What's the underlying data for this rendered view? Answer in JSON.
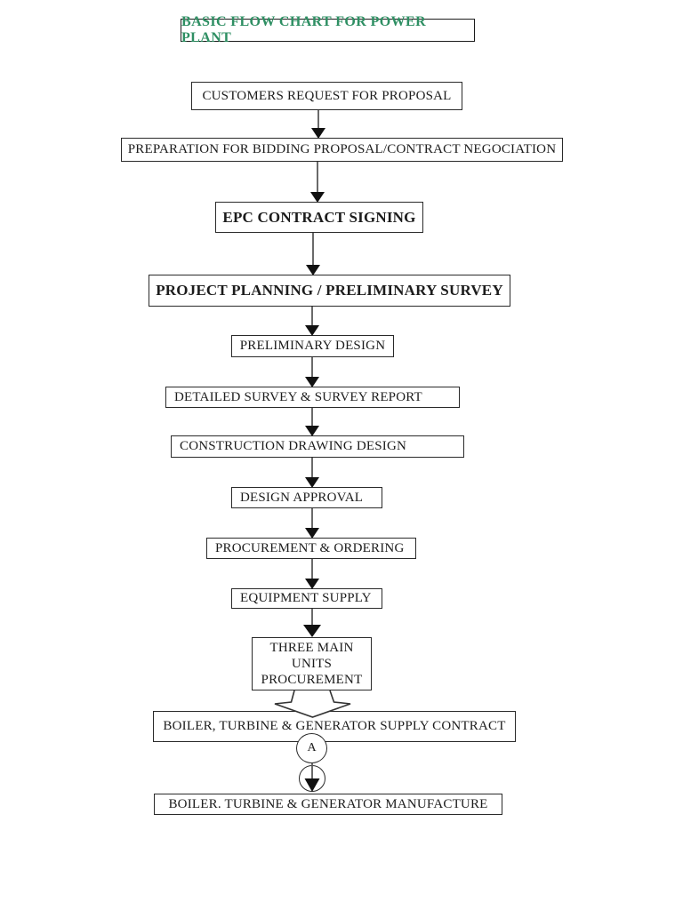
{
  "title": {
    "text": "BASIC FLOW CHART FOR POWER PLANT",
    "color": "#2e8f63"
  },
  "flow": {
    "nodes": [
      {
        "id": "customers-request",
        "label": "CUSTOMERS REQUEST FOR PROPOSAL"
      },
      {
        "id": "preparation-bidding",
        "label": "PREPARATION FOR BIDDING PROPOSAL/CONTRACT NEGOCIATION"
      },
      {
        "id": "epc-contract-signing",
        "label": "EPC CONTRACT SIGNING"
      },
      {
        "id": "project-planning",
        "label": "PROJECT PLANNING / PRELIMINARY SURVEY"
      },
      {
        "id": "preliminary-design",
        "label": "PRELIMINARY DESIGN"
      },
      {
        "id": "detailed-survey",
        "label": "DETAILED SURVEY & SURVEY REPORT"
      },
      {
        "id": "construction-drawing",
        "label": "CONSTRUCTION DRAWING DESIGN"
      },
      {
        "id": "design-approval",
        "label": "DESIGN APPROVAL"
      },
      {
        "id": "procurement-ordering",
        "label": "PROCUREMENT & ORDERING"
      },
      {
        "id": "equipment-supply",
        "label": "EQUIPMENT SUPPLY"
      },
      {
        "id": "three-main-units",
        "lines": [
          "THREE MAIN",
          "UNITS",
          "PROCUREMENT"
        ]
      },
      {
        "id": "btg-supply-contract",
        "label": "BOILER, TURBINE & GENERATOR SUPPLY CONTRACT"
      },
      {
        "id": "btg-manufacture",
        "label": "BOILER. TURBINE & GENERATOR MANUFACTURE"
      }
    ],
    "connector_label": "A",
    "colors": {
      "box_border": "#2a2a2a",
      "line": "#5a5a5a",
      "arrowhead": "#111111",
      "text": "#1c1c1c",
      "page_background": "#ffffff"
    }
  }
}
